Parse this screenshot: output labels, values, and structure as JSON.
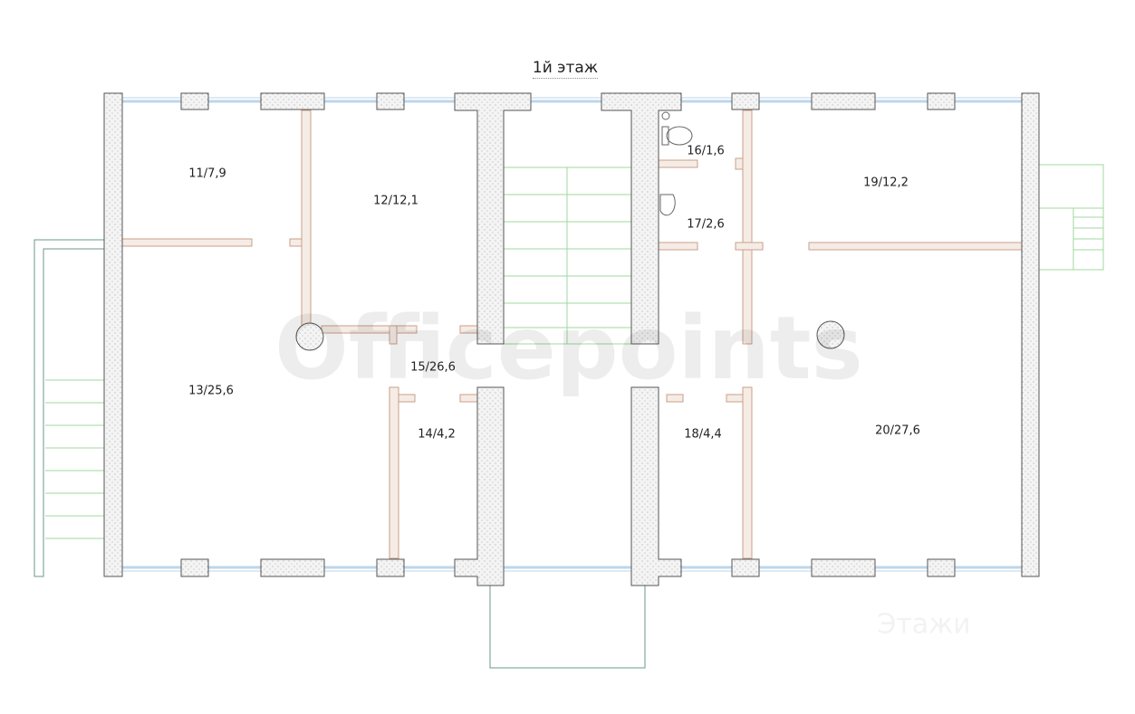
{
  "title": "1й этаж",
  "watermark": "Officepoints",
  "watermark_corner": "Этажи",
  "rooms": [
    {
      "label": "11/7,9"
    },
    {
      "label": "12/12,1"
    },
    {
      "label": "13/25,6"
    },
    {
      "label": "14/4,2"
    },
    {
      "label": "15/26,6"
    },
    {
      "label": "16/1,6"
    },
    {
      "label": "17/2,6"
    },
    {
      "label": "18/4,4"
    },
    {
      "label": "19/12,2"
    },
    {
      "label": "20/27,6"
    }
  ],
  "colors": {
    "wall": "#555555",
    "partition": "#d8b7a3",
    "window": "#bcd6ea",
    "stairs": "#9fd89f"
  }
}
